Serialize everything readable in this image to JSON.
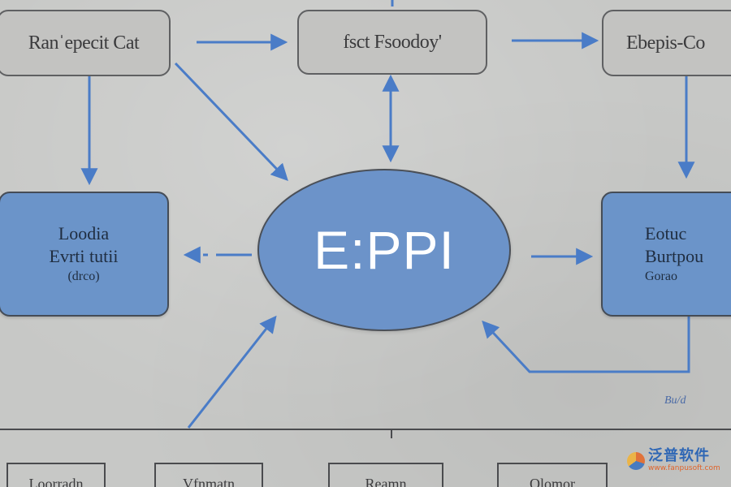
{
  "diagram": {
    "top_left_box": {
      "label": "Ranˈepecit Cat"
    },
    "top_center_box": {
      "label": "fsct Fsoodoy'"
    },
    "top_right_box": {
      "label": "Ebepis-Co"
    },
    "left_box": {
      "line1": "Loodia",
      "line2": "Evrti tutii",
      "line3": "(drco)"
    },
    "center_node": {
      "label": "E:PPI"
    },
    "right_box": {
      "line1": "Eotuc",
      "line2": "Burtpou",
      "line3": "Gorao"
    },
    "note": "Bu/d",
    "bottom_cells": [
      "Loorradn",
      "Vfnmatn",
      "Reamn",
      "Olomor"
    ]
  },
  "watermark": {
    "name": "泛普软件",
    "url": "www.fanpusoft.com"
  },
  "colors": {
    "background": "#c7c8c6",
    "box_grey": "#c3c3c1",
    "box_blue": "#6b94c9",
    "arrow": "#4a7cc7",
    "border": "#5f6062"
  },
  "icons": [
    "arrow-right-icon",
    "arrow-down-icon",
    "arrow-left-icon",
    "arrow-diagonal-icon",
    "fanpu-logo-icon"
  ]
}
